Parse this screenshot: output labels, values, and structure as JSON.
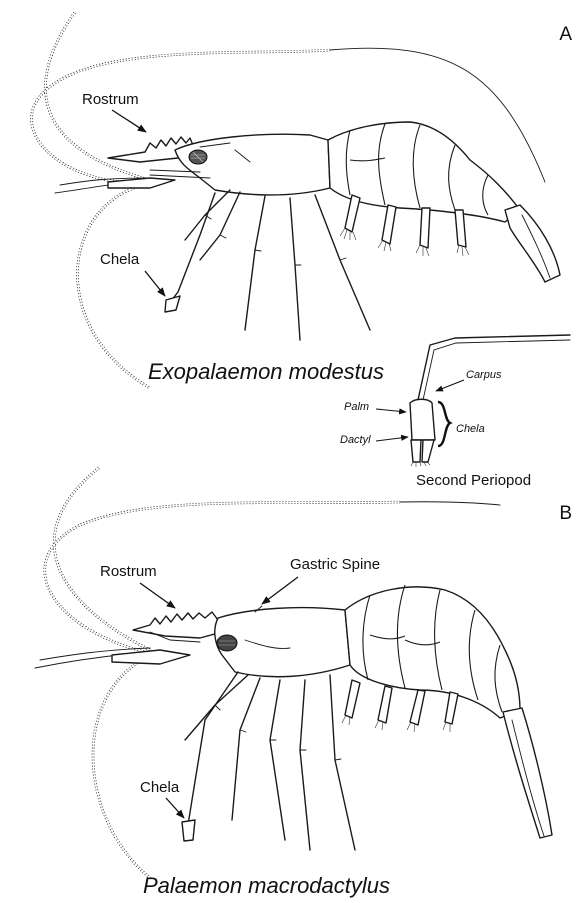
{
  "panels": {
    "a": {
      "letter": "A",
      "species": "Exopalaemon modestus",
      "labels": {
        "rostrum": "Rostrum",
        "chela": "Chela"
      }
    },
    "inset": {
      "title": "Second Periopod",
      "labels": {
        "carpus": "Carpus",
        "palm": "Palm",
        "dactyl": "Dactyl",
        "chela": "Chela"
      }
    },
    "b": {
      "letter": "B",
      "species": "Palaemon macrodactylus",
      "labels": {
        "rostrum": "Rostrum",
        "gastric_spine": "Gastric Spine",
        "chela": "Chela"
      }
    }
  }
}
